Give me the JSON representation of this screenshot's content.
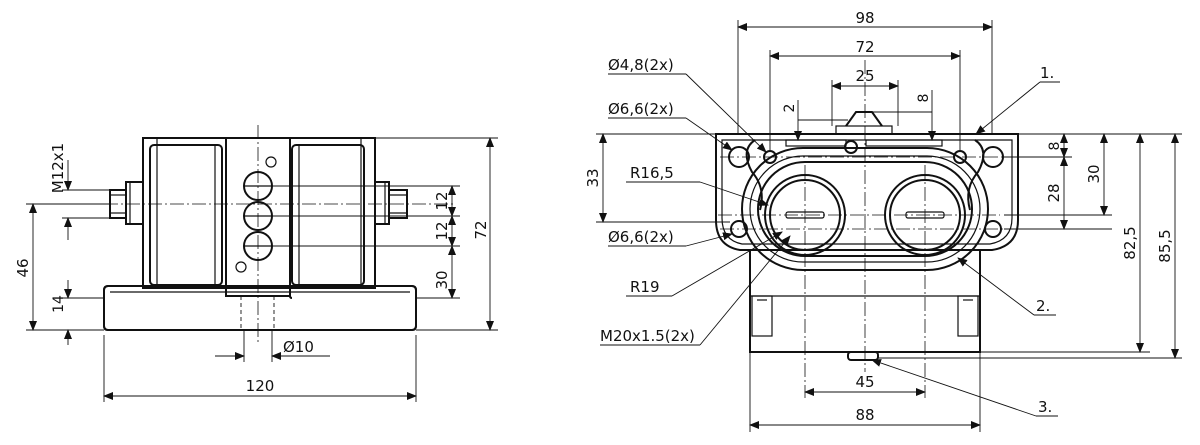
{
  "side_view": {
    "thread_callout": "M12x1",
    "dims": {
      "hole_pitch_upper": "12",
      "hole_pitch_lower": "12",
      "overall_height": "72",
      "hole_to_base": "30",
      "left_height": "46",
      "base_thickness": "14",
      "hole_diameter": "Ø10",
      "overall_width": "120"
    }
  },
  "front_view": {
    "callouts": {
      "small_hole": "Ø4,8(2x)",
      "mount_hole_top": "Ø6,6(2x)",
      "mount_hole_bottom": "Ø6,6(2x)",
      "inner_radius": "R16,5",
      "outer_radius": "R19",
      "port_thread": "M20x1.5(2x)"
    },
    "dims": {
      "overall_width": "98",
      "hole_spacing": "72",
      "center_width": "25",
      "offset_left": "2",
      "offset_right": "8",
      "left_height": "33",
      "top_offset": "8",
      "right_mid": "30",
      "mount_pitch": "28",
      "height_inner": "82,5",
      "height_outer": "85,5",
      "port_spacing": "45",
      "base_width": "88"
    },
    "items": {
      "item1": "1.",
      "item2": "2.",
      "item3": "3."
    }
  }
}
